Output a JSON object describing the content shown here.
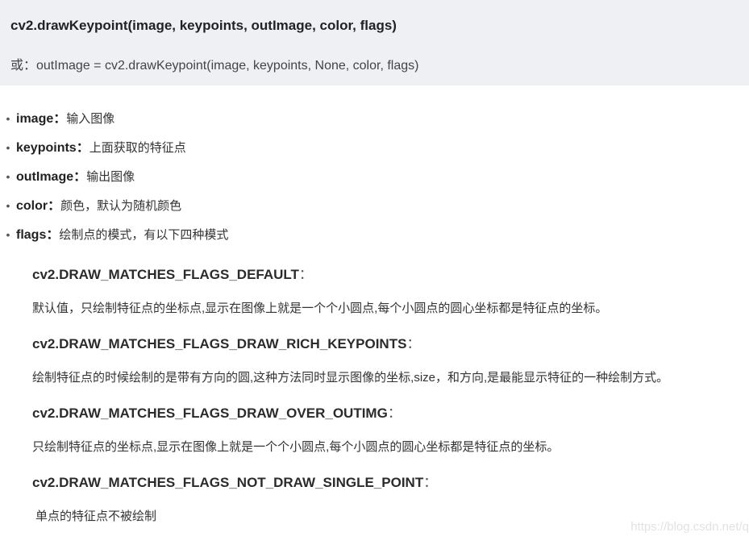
{
  "signature": {
    "main": "cv2.drawKeypoint(image, keypoints, outImage, color, flags)",
    "alt": "或：outImage = cv2.drawKeypoint(image, keypoints, None, color, flags)"
  },
  "params": [
    {
      "bullet": "•",
      "name": "image",
      "sep": "：",
      "desc": "输入图像"
    },
    {
      "bullet": "•",
      "name": "keypoints",
      "sep": "：",
      "desc": "上面获取的特征点"
    },
    {
      "bullet": "•",
      "name": "outImage",
      "sep": "：",
      "desc": "输出图像"
    },
    {
      "bullet": "•",
      "name": "color",
      "sep": "：",
      "desc": "颜色，默认为随机颜色"
    },
    {
      "bullet": "•",
      "name": "flags",
      "sep": "：",
      "desc": "绘制点的模式，有以下四种模式"
    }
  ],
  "flags": [
    {
      "name": "cv2.DRAW_MATCHES_FLAGS_DEFAULT",
      "colon": "：",
      "desc": "默认值，只绘制特征点的坐标点,显示在图像上就是一个个小圆点,每个小圆点的圆心坐标都是特征点的坐标。"
    },
    {
      "name": "cv2.DRAW_MATCHES_FLAGS_DRAW_RICH_KEYPOINTS",
      "colon": "：",
      "desc": "绘制特征点的时候绘制的是带有方向的圆,这种方法同时显示图像的坐标,size，和方向,是最能显示特征的一种绘制方式。"
    },
    {
      "name": "cv2.DRAW_MATCHES_FLAGS_DRAW_OVER_OUTIMG",
      "colon": "：",
      "desc": "只绘制特征点的坐标点,显示在图像上就是一个个小圆点,每个小圆点的圆心坐标都是特征点的坐标。"
    },
    {
      "name": "cv2.DRAW_MATCHES_FLAGS_NOT_DRAW_SINGLE_POINT",
      "colon": "：",
      "desc": "单点的特征点不被绘制"
    }
  ],
  "watermark": "https://blog.csdn.net/q"
}
